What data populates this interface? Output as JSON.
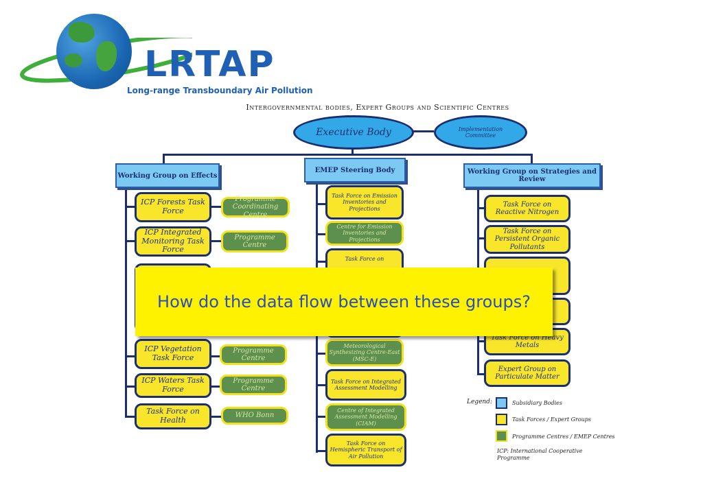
{
  "logo": {
    "name": "LRTAP",
    "subtitle": "Long-range Transboundary Air Pollution"
  },
  "header": "Intergovernmental bodies, Expert Groups and Scientific Centres",
  "top": {
    "executive": "Executive Body",
    "implementation": "Implementation Committee"
  },
  "columns": [
    {
      "title": "Working Group on Effects",
      "tasks": [
        "ICP Forests Task Force",
        "ICP Integrated Monitoring Task Force",
        "ICP Vegetation Task Force",
        "ICP Waters Task Force",
        "Task Force on Health"
      ],
      "centres": [
        "Programme Coordinating Centre",
        "Programme Centre",
        "Programme Centre",
        "Programme Centre",
        "WHO Bonn"
      ]
    },
    {
      "title": "EMEP Steering Body",
      "items": [
        "Task Force on Emission Inventories and Projections",
        "Centre for Emission Inventories and Projections",
        "Task Force on",
        "Meteorological Synthesizing Centre-East (MSC-E)",
        "Task Force on Integrated Assessment Modelling",
        "Centre of Integrated Assessment Modelling (CIAM)",
        "Task Force on Hemispheric Transport of Air Pollution"
      ]
    },
    {
      "title": "Working Group on Strategies and Review",
      "items": [
        "Task Force on Reactive Nitrogen",
        "Task Force on Persistent Organic Pollutants",
        "Task Force on Heavy Metals",
        "Expert Group on Particulate Matter"
      ]
    }
  ],
  "legend": {
    "title": "Legend:",
    "subsidiary": "Subsidiary Bodies",
    "task_forces": "Task Forces / Expert Groups",
    "centres": "Programme Centres / EMEP Centres",
    "icp": "ICP: International Cooperative Programme"
  },
  "overlay": "How do the data flow between these groups?",
  "colors": {
    "oval": "#33a8e8",
    "task": "#f9e62b",
    "centre": "#5d8f4f",
    "subsidiary": "#7ccaf3",
    "line": "#1b2f6e"
  }
}
